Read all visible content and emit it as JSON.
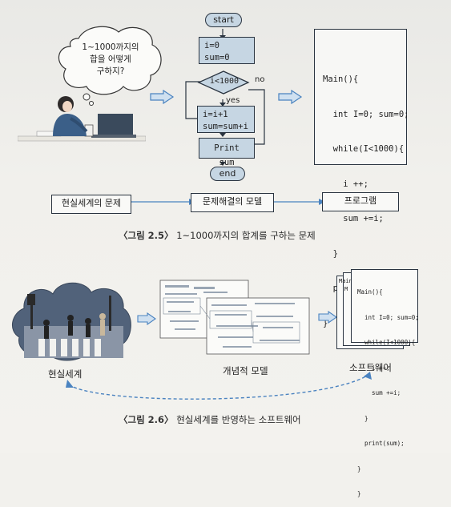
{
  "thought_bubble": {
    "line1": "1~1000까지의",
    "line2": "합을 어떻게",
    "line3": "구하지?"
  },
  "flowchart": {
    "start": "start",
    "init1": "i=0",
    "init2": "sum=0",
    "condition": "i<1000",
    "no_label": "no",
    "yes_label": "yes",
    "body1": "i=i+1",
    "body2": "sum=sum+i",
    "print": "Print sum",
    "end": "end"
  },
  "code_top": [
    "Main(){",
    "  int I=0; sum=0;",
    "  while(I<1000){",
    "    i ++;",
    "    sum +=i;",
    "  }",
    "  print(sum);",
    "}"
  ],
  "stages": {
    "problem": "현실세계의 문제",
    "model": "문제해결의 모델",
    "program": "프로그램"
  },
  "caption1": {
    "num": "〈그림 2.5〉",
    "text": " 1~1000까지의 합계를 구하는 문제"
  },
  "labels2": {
    "real_world": "현실세계",
    "concept_model": "개념적 모델",
    "software": "소프트웨어"
  },
  "card_tabs": {
    "t1": "Main",
    "t2": "M"
  },
  "code_bottom": [
    "Main(){",
    "  int I=0; sum=0;",
    "  while(I<1000){",
    "    i ++;",
    "    sum +=i;",
    "  }",
    "  print(sum);",
    "}",
    "}"
  ],
  "caption2": {
    "num": "〈그림 2.6〉",
    "text": " 현실세계를 반영하는 소프트웨어"
  },
  "colors": {
    "shape_fill": "#c6d6e3",
    "arrow": "#4a83c0",
    "stroke": "#2a3440"
  }
}
